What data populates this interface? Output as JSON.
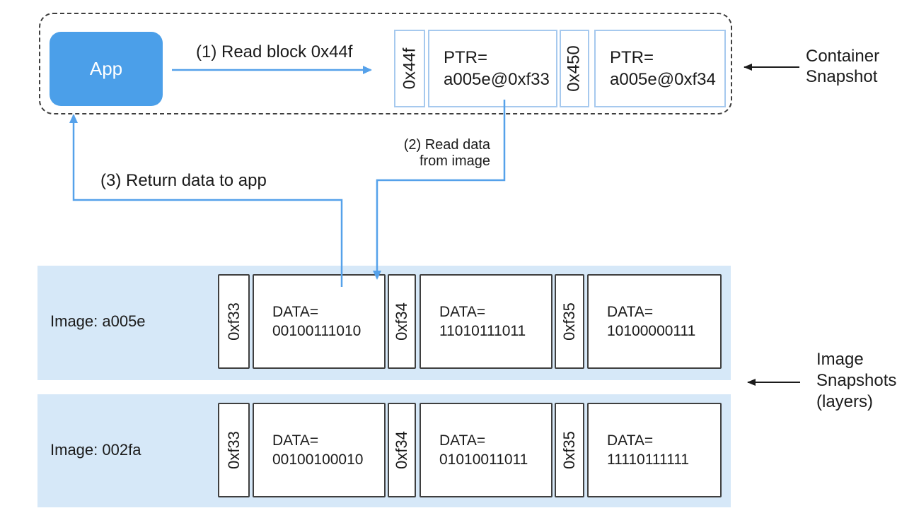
{
  "container_snapshot": {
    "app_label": "App",
    "blocks": [
      {
        "addr": "0x44f",
        "ptr_label": "PTR=",
        "ptr_value": "a005e@0xf33"
      },
      {
        "addr": "0x450",
        "ptr_label": "PTR=",
        "ptr_value": "a005e@0xf34"
      }
    ],
    "caption": {
      "line1": "Container",
      "line2": "Snapshot"
    }
  },
  "steps": {
    "step1": "(1) Read block 0x44f",
    "step2_line1": "(2) Read data",
    "step2_line2": "from image",
    "step3": "(3) Return data to app"
  },
  "image_snapshots": {
    "caption": {
      "line1": "Image",
      "line2": "Snapshots",
      "line3": "(layers)"
    },
    "rows": [
      {
        "label": "Image: a005e",
        "blocks": [
          {
            "addr": "0xf33",
            "data_label": "DATA=",
            "value": "00100111010"
          },
          {
            "addr": "0xf34",
            "data_label": "DATA=",
            "value": "11010111011"
          },
          {
            "addr": "0xf35",
            "data_label": "DATA=",
            "value": "10100000111"
          }
        ]
      },
      {
        "label": "Image: 002fa",
        "blocks": [
          {
            "addr": "0xf33",
            "data_label": "DATA=",
            "value": "00100100010"
          },
          {
            "addr": "0xf34",
            "data_label": "DATA=",
            "value": "01010011011"
          },
          {
            "addr": "0xf35",
            "data_label": "DATA=",
            "value": "11110111111"
          }
        ]
      }
    ]
  },
  "colors": {
    "app_fill": "#4b9fe9",
    "connector_blue": "#55a1ea",
    "row_background": "#d6e8f8",
    "light_blue_border": "#a6c9ee",
    "dark_border": "#3f3f3f",
    "text": "#1b1b1b"
  }
}
